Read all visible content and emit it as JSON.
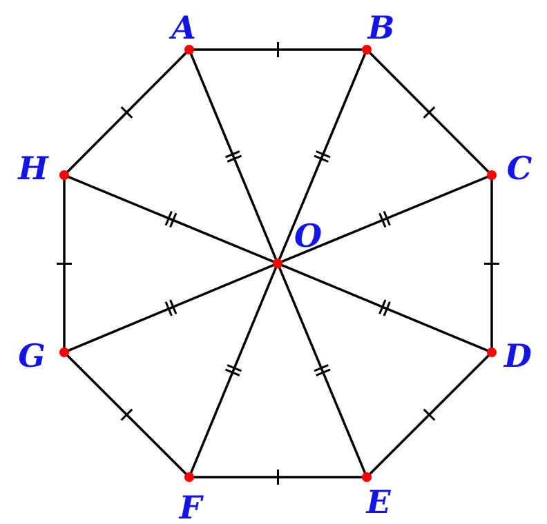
{
  "colors": {
    "line": "#000000",
    "point": "#ff0000",
    "label": "#1414e6",
    "background": "#ffffff"
  },
  "points": [
    {
      "id": "A",
      "label": "A"
    },
    {
      "id": "B",
      "label": "B"
    },
    {
      "id": "C",
      "label": "C"
    },
    {
      "id": "D",
      "label": "D"
    },
    {
      "id": "E",
      "label": "E"
    },
    {
      "id": "F",
      "label": "F"
    },
    {
      "id": "G",
      "label": "G"
    },
    {
      "id": "H",
      "label": "H"
    },
    {
      "id": "O",
      "label": "O"
    }
  ],
  "sides": [
    [
      "A",
      "B"
    ],
    [
      "B",
      "C"
    ],
    [
      "C",
      "D"
    ],
    [
      "D",
      "E"
    ],
    [
      "E",
      "F"
    ],
    [
      "F",
      "G"
    ],
    [
      "G",
      "H"
    ],
    [
      "H",
      "A"
    ]
  ],
  "radii": [
    [
      "O",
      "A"
    ],
    [
      "O",
      "B"
    ],
    [
      "O",
      "C"
    ],
    [
      "O",
      "D"
    ],
    [
      "O",
      "E"
    ],
    [
      "O",
      "F"
    ],
    [
      "O",
      "G"
    ],
    [
      "O",
      "H"
    ]
  ],
  "tick_marks": {
    "sides": 1,
    "radii": 2
  }
}
